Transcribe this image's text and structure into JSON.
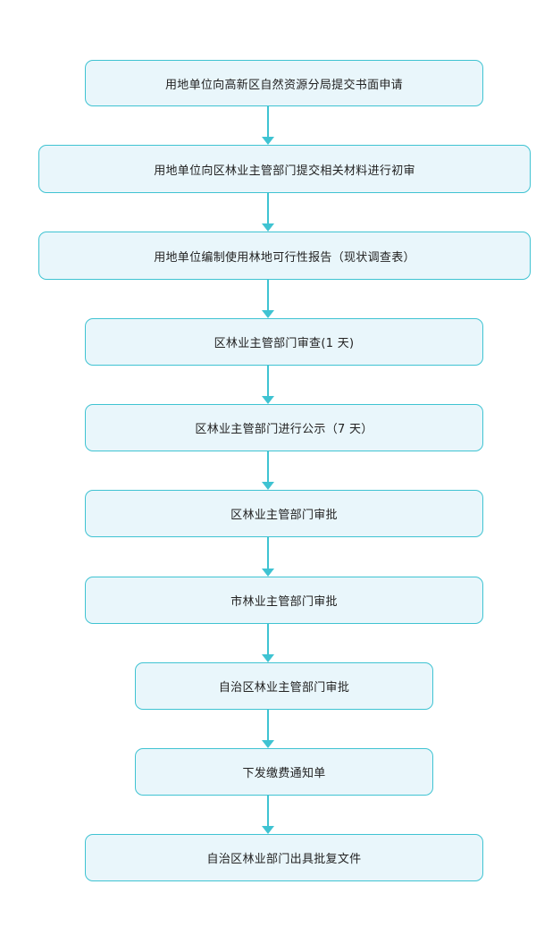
{
  "colors": {
    "box_border": "#3fc3d2",
    "box_fill": "#e9f6fb",
    "arrow": "#3fc3d2",
    "text": "#222222"
  },
  "steps": [
    {
      "id": "step-1",
      "label": "用地单位向高新区自然资源分局提交书面申请"
    },
    {
      "id": "step-2",
      "label": "用地单位向区林业主管部门提交相关材料进行初审"
    },
    {
      "id": "step-3",
      "label": "用地单位编制使用林地可行性报告（现状调查表）"
    },
    {
      "id": "step-4",
      "label": "区林业主管部门审查(1 天)"
    },
    {
      "id": "step-5",
      "label": "区林业主管部门进行公示（7 天）"
    },
    {
      "id": "step-6",
      "label": "区林业主管部门审批"
    },
    {
      "id": "step-7",
      "label": "市林业主管部门审批"
    },
    {
      "id": "step-8",
      "label": "自治区林业主管部门审批"
    },
    {
      "id": "step-9",
      "label": "下发缴费通知单"
    },
    {
      "id": "step-10",
      "label": "自治区林业部门出具批复文件"
    }
  ]
}
